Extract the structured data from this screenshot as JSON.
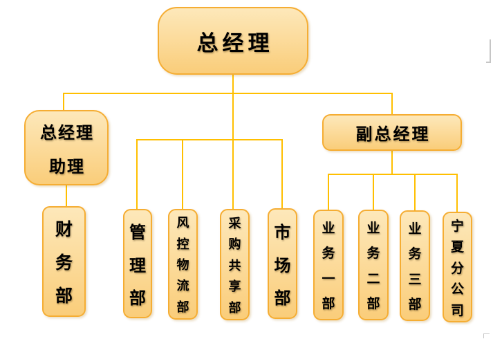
{
  "colors": {
    "connector": "#FFBF00",
    "box_border": "#F5AD33",
    "fill_top": "#FDE8BA",
    "fill_bottom": "#FACD7A",
    "text_color": "#000000",
    "artifact": "#C6C6C6"
  },
  "nodes": {
    "gm": {
      "label": "总经理"
    },
    "gm_assistant": {
      "lines": [
        "总经理",
        "助理"
      ]
    },
    "deputy_gm": {
      "label": "副总经理"
    },
    "departments": [
      {
        "label": "财务部"
      },
      {
        "label": "管理部"
      },
      {
        "label": "风控物流部"
      },
      {
        "label": "采购共享部"
      },
      {
        "label": "市场部"
      },
      {
        "label": "业务一部"
      },
      {
        "label": "业务二部"
      },
      {
        "label": "业务三部"
      },
      {
        "label": "宁夏分公司"
      }
    ]
  }
}
